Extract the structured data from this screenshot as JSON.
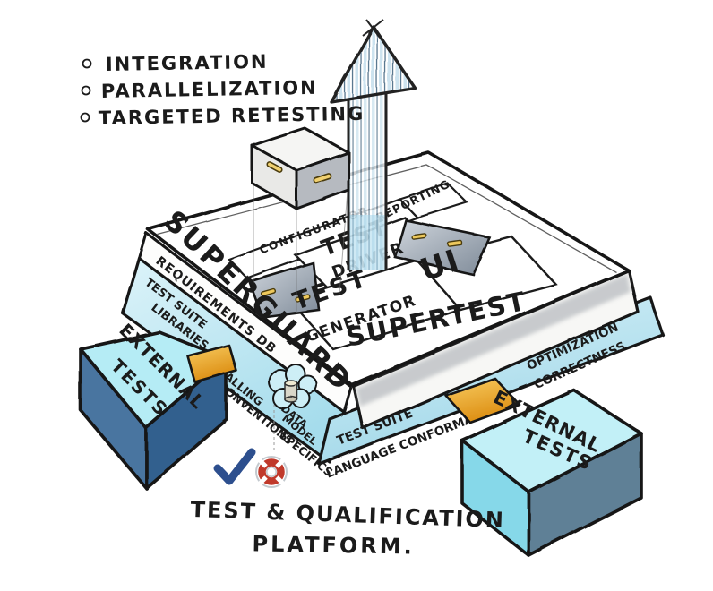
{
  "bullets": {
    "items": [
      {
        "label": "INTEGRATION"
      },
      {
        "label": "PARALLELIZATION"
      },
      {
        "label": "TARGETED RETESTING"
      }
    ]
  },
  "main_box": {
    "left_rim_label": "SUPERGUARD",
    "front_rim_label": "SUPERTEST",
    "left_side_label": "REQUIREMENTS DB",
    "cells": {
      "configurator": "CONFIGURATOR",
      "reporting": "REPORTING",
      "test_driver": {
        "line1": "TEST",
        "line2": "DRIVER"
      },
      "test_generator": {
        "line1": "TEST",
        "line2": "GENERATOR"
      },
      "ui": "UI"
    }
  },
  "platform": {
    "left_face": {
      "row1": "TEST SUITE",
      "row2": "LIBRARIES",
      "calling": "CALLING",
      "conventions": "CONVENTIONS",
      "data": "DATA",
      "model": "MODEL",
      "specifics": "SPECIFICS"
    },
    "right_face": {
      "row1": "TEST SUITE",
      "row2": "LANGUAGE CONFORMANCE",
      "optimization": "OPTIMIZATION",
      "correctness": "CORRECTNESS"
    }
  },
  "external_boxes": {
    "left": {
      "line1": "EXTERNAL",
      "line2": "TESTS"
    },
    "right": {
      "line1": "EXTERNAL",
      "line2": "TESTS"
    }
  },
  "caption": {
    "line1": "TEST & QUALIFICATION",
    "line2": "PLATFORM."
  },
  "icons": {
    "arrow": "up-arrow",
    "module": "plugin-module-box",
    "cloud": "cloud-database",
    "check": "blue-checkmark",
    "lifebuoy": "red-lifebuoy"
  },
  "colors": {
    "ink": "#1b1b1b",
    "platform_cyan": "#c9edf5",
    "band_cyan": "#bfe9f2",
    "tab_orange": "#f0b43c",
    "slot_yellow": "#edc85c",
    "pocket_gray": "#93a0ad",
    "module_gray": "#b6bac0",
    "arrow_stripe": "#cde3ef",
    "ext_left_front": "#4a74a0",
    "ext_left_side": "#31608e",
    "ext_right_front": "#86d8e9",
    "ext_right_side": "#5e8096",
    "ext_top_cyan": "#b5ecf5",
    "check_blue": "#2d4f8e",
    "lifebuoy_red": "#c0392b"
  }
}
